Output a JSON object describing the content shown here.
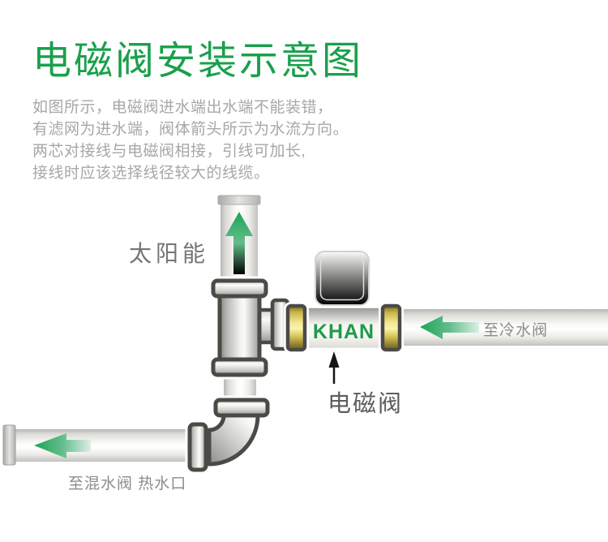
{
  "title": "电磁阀安装示意图",
  "description": {
    "lines": [
      "如图所示，电磁阀进水端出水端不能装错，",
      "有滤网为进水端，阀体箭头所示为水流方向。",
      "两芯对接线与电磁阀相接，引线可加长,",
      "接线时应该选择线径较大的线缆。"
    ]
  },
  "diagram": {
    "valve_brand": "KHAN",
    "labels": {
      "solar": "太阳能",
      "cold_water": "至冷水阀",
      "solenoid_valve": "电磁阀",
      "mixing_valve": "至混水阀 热水口"
    },
    "flow_arrows": [
      {
        "name": "solar-flow-arrow",
        "direction": "up",
        "on": "vertical pipe to solar collector"
      },
      {
        "name": "cold-water-flow-arrow",
        "direction": "left",
        "on": "right horizontal pipe"
      },
      {
        "name": "hot-water-flow-arrow",
        "direction": "left",
        "on": "bottom horizontal pipe"
      },
      {
        "name": "solenoid-pointer-arrow",
        "direction": "up",
        "points_to": "solenoid valve body"
      }
    ]
  },
  "colors": {
    "title_green": "#1aa04c",
    "arrow_green": "#1fa457",
    "brand_green": "#1d9b4a",
    "description_gray": "#a7a7a7",
    "label_gray": "#8c8c8c",
    "fitting_outline": "#4a4a47",
    "brass_nut": "#f3e78f",
    "pipe_light": "#fbfaf7",
    "background": "#ffffff"
  }
}
